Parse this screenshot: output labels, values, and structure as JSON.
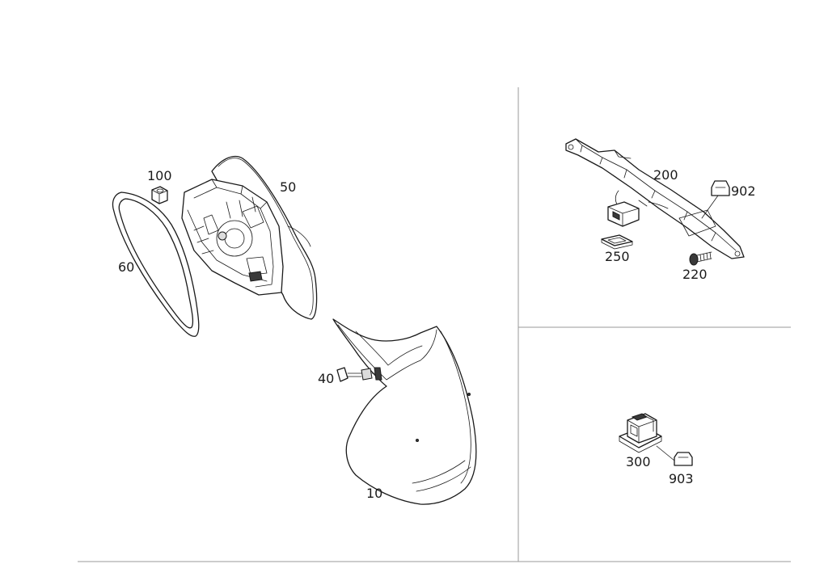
{
  "parts": {
    "p10": "10",
    "p40": "40",
    "p50": "50",
    "p60": "60",
    "p100": "100",
    "p200": "200",
    "p220": "220",
    "p250": "250",
    "p300": "300",
    "p902": "902",
    "p903": "903"
  }
}
